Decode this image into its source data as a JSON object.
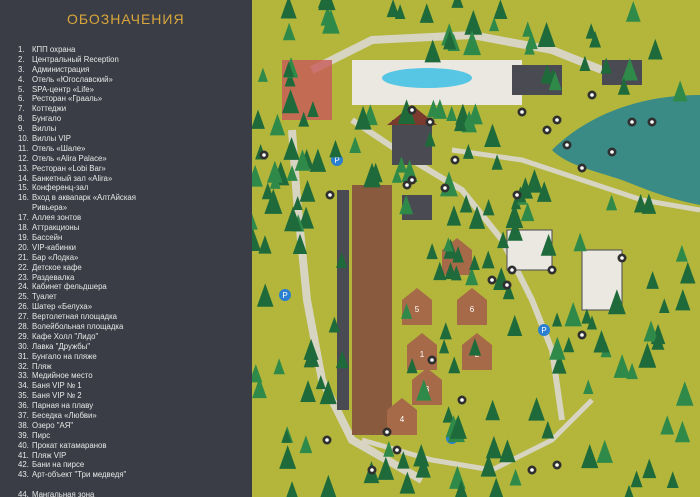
{
  "legend": {
    "title": "ОБОЗНАЧЕНИЯ",
    "items": [
      {
        "num": "1.",
        "label": "КПП охрана"
      },
      {
        "num": "2.",
        "label": "Центральный Reception"
      },
      {
        "num": "3.",
        "label": "Администрация"
      },
      {
        "num": "4.",
        "label": "Отель «Югославский»"
      },
      {
        "num": "5.",
        "label": "SPA-центр «Life»"
      },
      {
        "num": "6.",
        "label": "Ресторан «Грааль»"
      },
      {
        "num": "7.",
        "label": "Коттеджи"
      },
      {
        "num": "8.",
        "label": "Бунгало"
      },
      {
        "num": "9.",
        "label": "Виллы"
      },
      {
        "num": "10.",
        "label": "Виллы VIP"
      },
      {
        "num": "11.",
        "label": "Отель «Шале»"
      },
      {
        "num": "12.",
        "label": "Отель «Alira Palace»"
      },
      {
        "num": "13.",
        "label": "Ресторан «Lobi Bar»"
      },
      {
        "num": "14.",
        "label": "Банкетный зал «Alira»"
      },
      {
        "num": "15.",
        "label": "Конференц-зал"
      },
      {
        "num": "16.",
        "label": "Вход в аквапарк «АлтАйская Ривьера»"
      },
      {
        "num": "17.",
        "label": "Аллея зонтов"
      },
      {
        "num": "18.",
        "label": "Аттракционы"
      },
      {
        "num": "19.",
        "label": "Бассейн"
      },
      {
        "num": "20.",
        "label": "VIP-кабинки"
      },
      {
        "num": "21.",
        "label": "Бар «Лодка»"
      },
      {
        "num": "22.",
        "label": "Детское кафе"
      },
      {
        "num": "23.",
        "label": "Раздевалка"
      },
      {
        "num": "24.",
        "label": "Кабинет фельдшера"
      },
      {
        "num": "25.",
        "label": "Туалет"
      },
      {
        "num": "26.",
        "label": "Шатер «Белуха»"
      },
      {
        "num": "27.",
        "label": "Вертолетная площадка"
      },
      {
        "num": "28.",
        "label": "Волейбольная площадка"
      },
      {
        "num": "29.",
        "label": "Кафе Холл \"Лидо\""
      },
      {
        "num": "30.",
        "label": "Лавка \"Дружбы\""
      },
      {
        "num": "31.",
        "label": "Бунгало на пляже"
      },
      {
        "num": "32.",
        "label": "Пляж"
      },
      {
        "num": "33.",
        "label": "Медийное место"
      },
      {
        "num": "34.",
        "label": "Баня VIP № 1"
      },
      {
        "num": "35.",
        "label": "Баня VIP № 2"
      },
      {
        "num": "36.",
        "label": "Парная на плаву"
      },
      {
        "num": "37.",
        "label": "Беседка «Любви»"
      },
      {
        "num": "38.",
        "label": "Озеро \"АЯ\""
      },
      {
        "num": "39.",
        "label": "Пирс"
      },
      {
        "num": "40.",
        "label": "Прокат катамаранов"
      },
      {
        "num": "41.",
        "label": "Пляж VIP"
      },
      {
        "num": "42.",
        "label": "Бани на пирсе"
      },
      {
        "num": "43.",
        "label": "Арт-объект \"Три медведя\""
      },
      {
        "num": "44.",
        "label": "Мангальная зона"
      }
    ]
  },
  "map": {
    "colors": {
      "grass": "#b3b63a",
      "road": "#d7d4c2",
      "water": "#3a8a86",
      "pool": "#56c6e4",
      "tree": "#1f6a3a",
      "tree_light": "#2f8a4a",
      "building_dark": "#4a4a52",
      "building_light": "#eae8e0",
      "roof_brown": "#8a5a3e",
      "parking": "#2a7fd0",
      "pin": "#2f2f2f"
    },
    "icons": [
      "map-pin-icon",
      "parking-icon",
      "tree-icon"
    ],
    "parking_sign": "P",
    "numbered_houses": [
      "5",
      "6",
      "1",
      "2",
      "3",
      "4"
    ]
  }
}
